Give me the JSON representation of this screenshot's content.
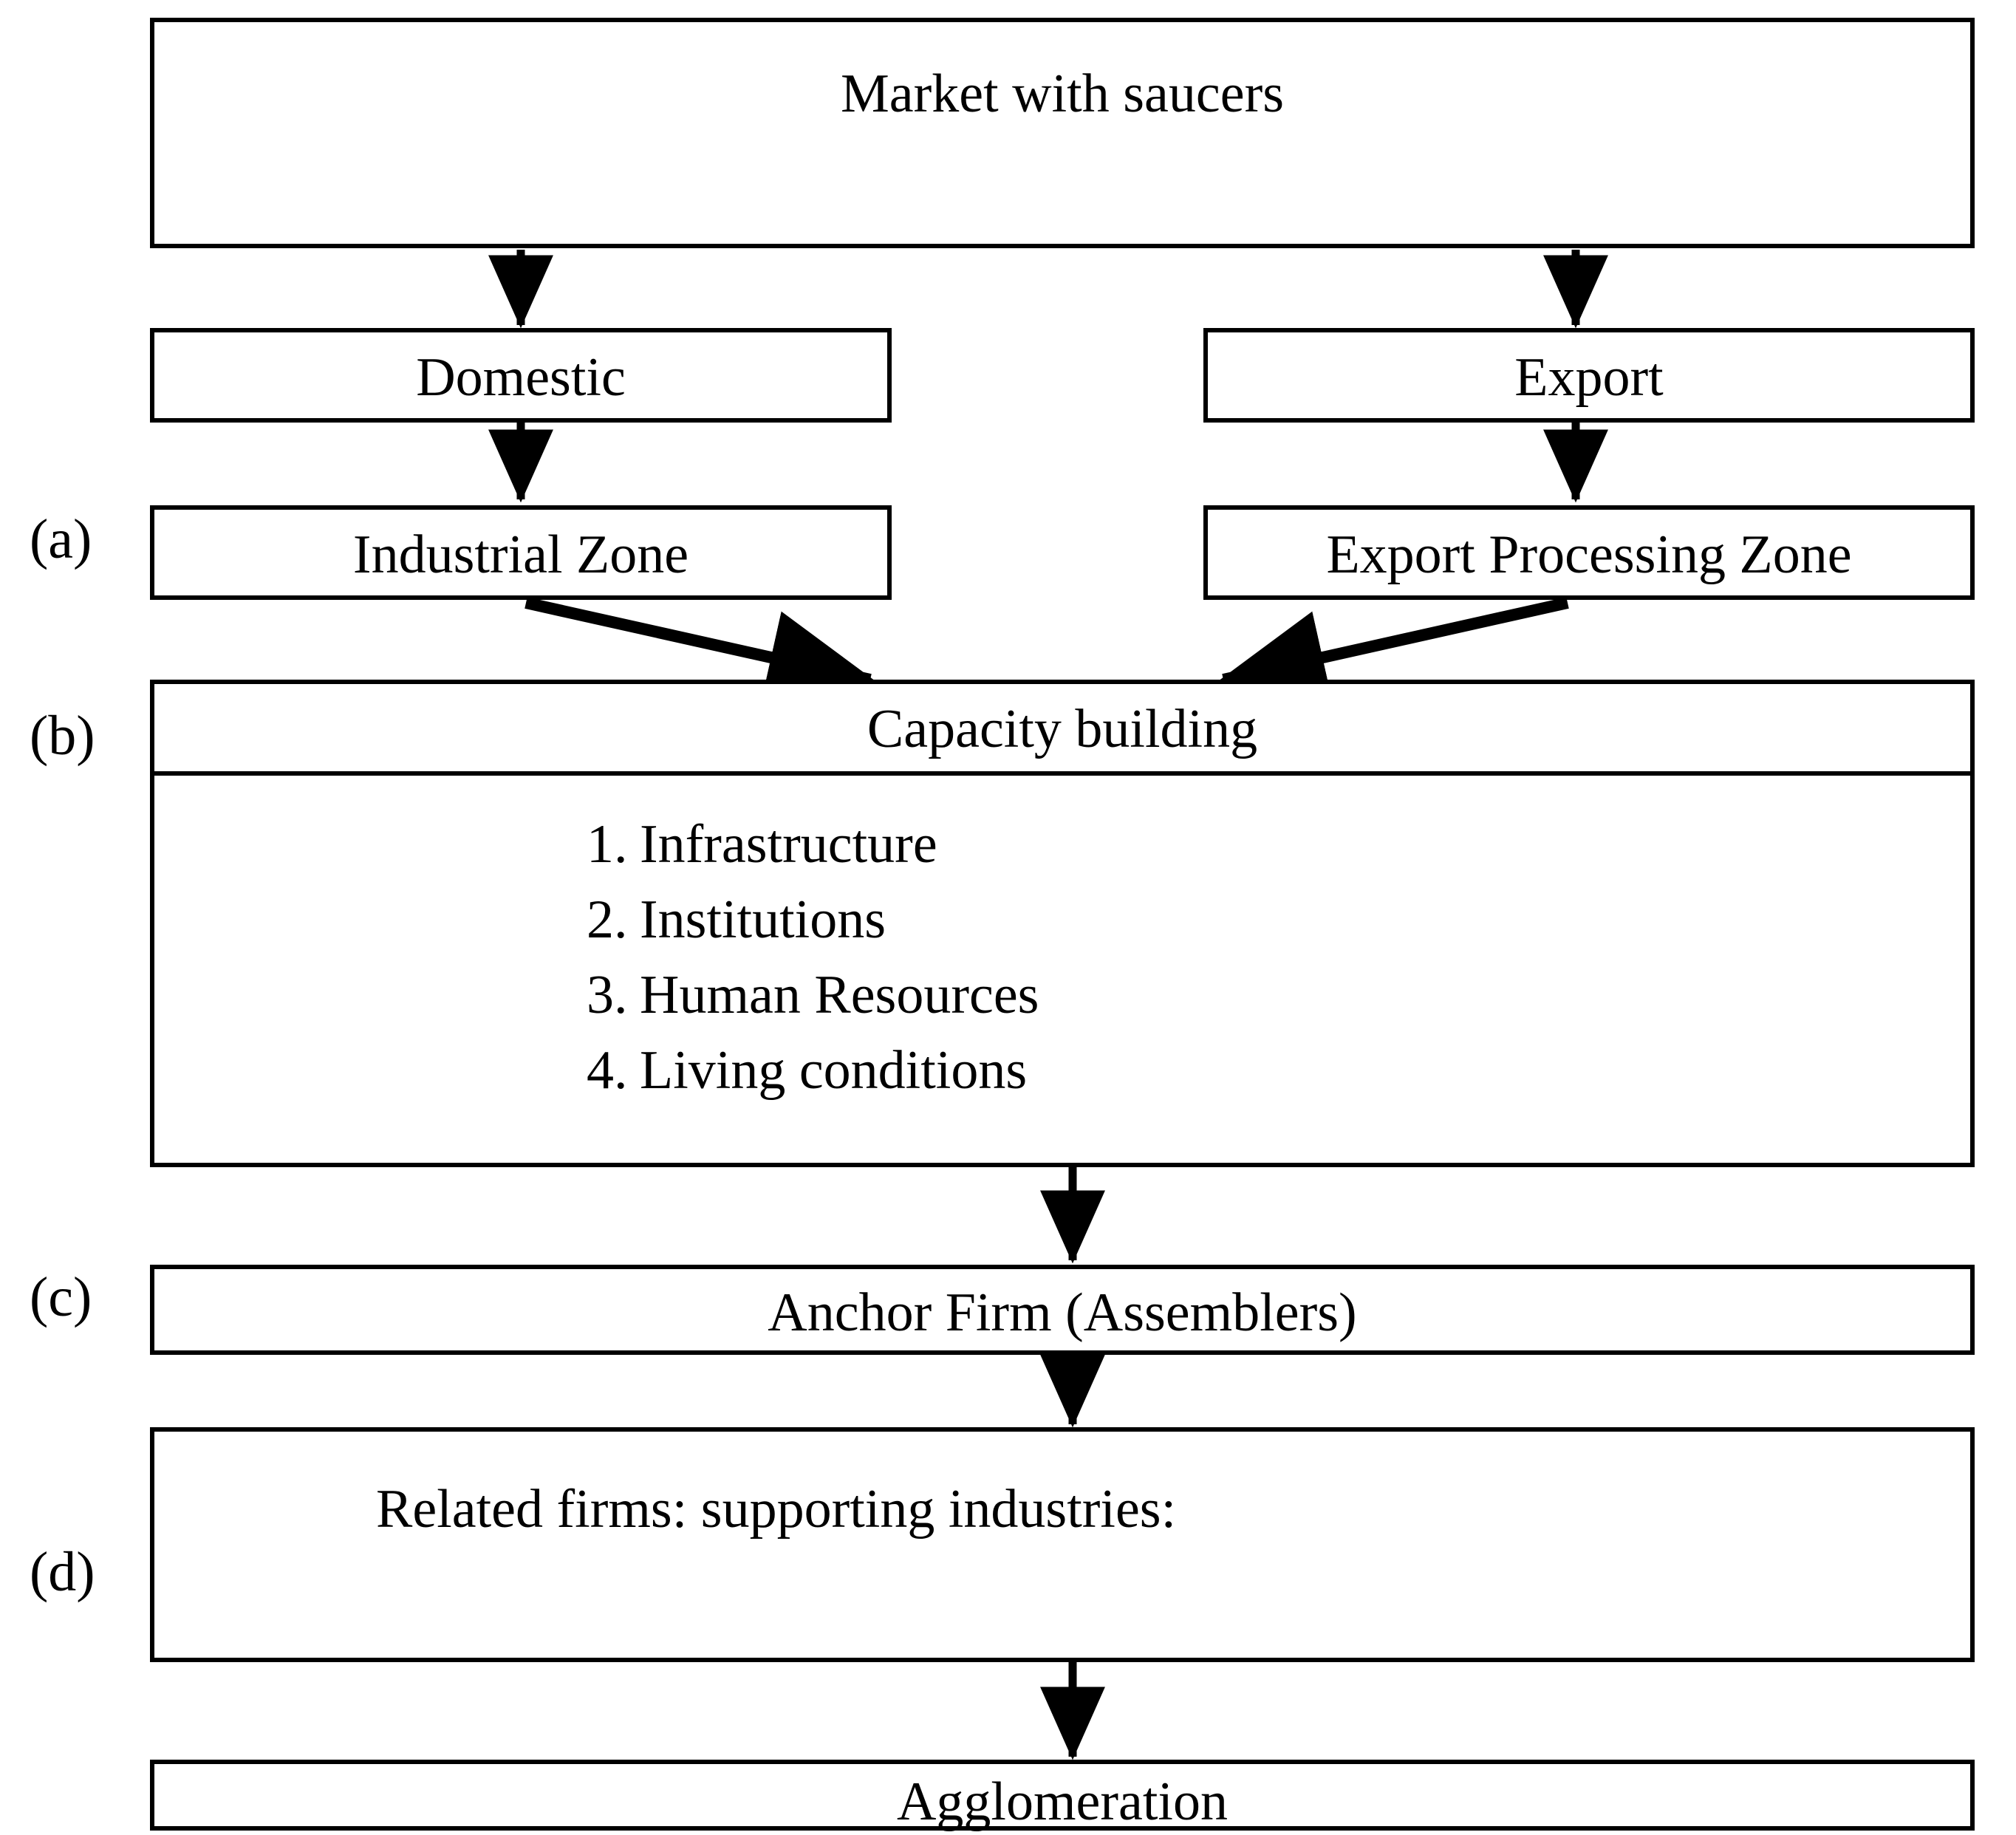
{
  "diagram": {
    "title": "Market with saucers",
    "stage_labels": {
      "a": "(a)",
      "b": "(b)",
      "c": "(c)",
      "d": "(d)"
    },
    "nodes": {
      "market": "Market with saucers",
      "domestic": "Domestic",
      "export": "Export",
      "industrial_zone": "Industrial Zone",
      "export_processing_zone": "Export Processing Zone",
      "capacity_building": "Capacity building",
      "anchor_firm": "Anchor Firm (Assemblers)",
      "related_firms": "Related firms: supporting industries:",
      "agglomeration": "Agglomeration"
    },
    "capacity_items": [
      {
        "num": "1.",
        "text": "Infrastructure"
      },
      {
        "num": "2.",
        "text": "Institutions"
      },
      {
        "num": "3.",
        "text": "Human Resources"
      },
      {
        "num": "4.",
        "text": "Living conditions"
      }
    ],
    "colors": {
      "stroke": "#000000",
      "fill": "#ffffff",
      "text": "#000000"
    }
  }
}
